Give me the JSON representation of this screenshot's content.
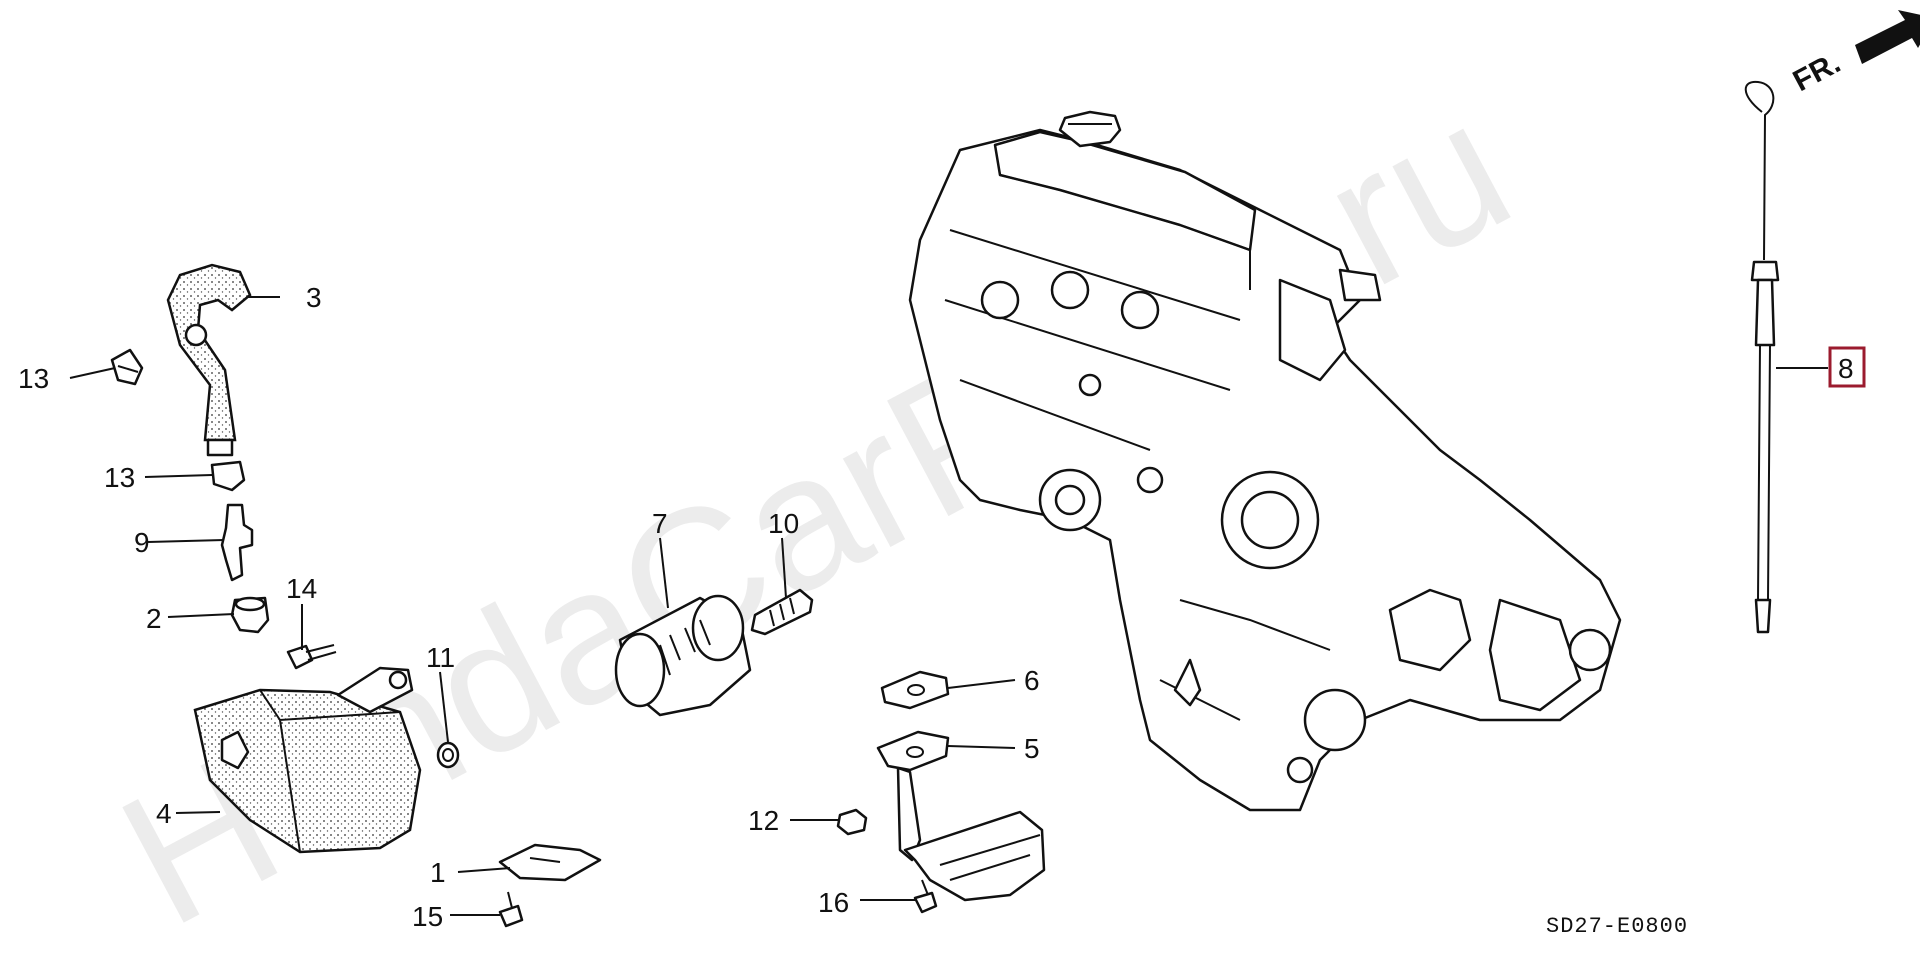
{
  "diagram_code": "SD27-E0800",
  "direction_marker": "FR.",
  "watermark": "HondaCarParts.ru",
  "highlighted_callout": "8",
  "callouts": [
    "1",
    "2",
    "3",
    "4",
    "5",
    "6",
    "7",
    "8",
    "9",
    "10",
    "11",
    "12",
    "13",
    "13",
    "14",
    "15",
    "16"
  ],
  "colors": {
    "highlight": "#9b1b2e",
    "line": "#111111",
    "watermark": "#ececec"
  }
}
